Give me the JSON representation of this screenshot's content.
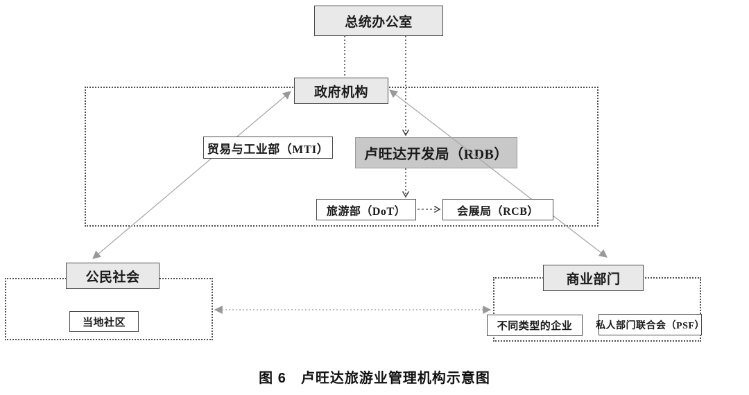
{
  "caption": "图 6　卢旺达旅游业管理机构示意图",
  "colors": {
    "node_light_fill": "#e9e9e9",
    "node_highlight_fill": "#c8c8c8",
    "node_white_fill": "#ffffff",
    "node_border": "#4a4a4a",
    "boundary_dotted": "#4f4f4f",
    "tree_connector": "#444444",
    "gray_connector": "#a0a0a0"
  },
  "diagram": {
    "nodes": {
      "president": {
        "label": "总统办公室"
      },
      "government": {
        "label": "政府机构"
      },
      "mti": {
        "label": "贸易与工业部（MTI）"
      },
      "rdb": {
        "label": "卢旺达开发局（RDB）"
      },
      "dot": {
        "label": "旅游部（DoT）"
      },
      "rcb": {
        "label": "会展局（RCB）"
      },
      "civil": {
        "label": "公民社会"
      },
      "community": {
        "label": "当地社区"
      },
      "business": {
        "label": "商业部门"
      },
      "enterprises": {
        "label": "不同类型的企业"
      },
      "psf": {
        "label": "私人部门联合会（PSF）"
      }
    },
    "edges": [
      {
        "from": "president",
        "to": "government",
        "style": "dotted",
        "arrows": "none"
      },
      {
        "from": "president",
        "to": "rdb",
        "style": "dotted",
        "arrows": "end"
      },
      {
        "from": "rdb",
        "to": "dot",
        "style": "dotted",
        "arrows": "end"
      },
      {
        "from": "dot",
        "to": "rcb",
        "style": "dashed",
        "arrows": "end"
      },
      {
        "from": "government",
        "to": "civil",
        "style": "solid-gray",
        "arrows": "both"
      },
      {
        "from": "government",
        "to": "business",
        "style": "solid-gray",
        "arrows": "both"
      },
      {
        "from": "civil",
        "to": "business",
        "style": "dotted-gray",
        "arrows": "both"
      }
    ],
    "boundaries": [
      {
        "name": "government-boundary"
      },
      {
        "name": "civil-society-boundary"
      },
      {
        "name": "business-sector-boundary"
      }
    ]
  }
}
